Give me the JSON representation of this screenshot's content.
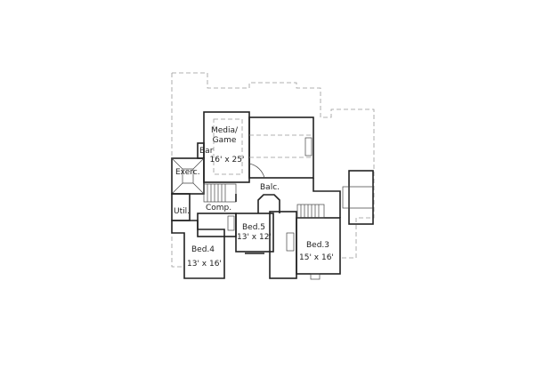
{
  "floor_plan": {
    "rooms": {
      "media": {
        "name_line1": "Media/",
        "name_line2": "Game",
        "size": "16' x 25'"
      },
      "bar": {
        "name": "Bar"
      },
      "exercise": {
        "name": "Exerc."
      },
      "balcony": {
        "name": "Balc."
      },
      "computer": {
        "name": "Comp."
      },
      "utility": {
        "name": "Util."
      },
      "bed4": {
        "name": "Bed.4",
        "size": "13' x 16'"
      },
      "bed5": {
        "name": "Bed.5",
        "size": "13' x 12'"
      },
      "bed3": {
        "name": "Bed.3",
        "size": "15' x 16'"
      }
    }
  }
}
